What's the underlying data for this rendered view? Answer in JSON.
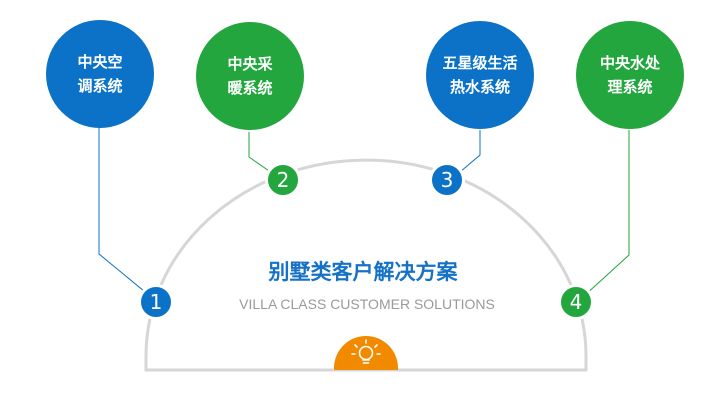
{
  "colors": {
    "blue": "#0b72c8",
    "green": "#22a63d",
    "orange": "#f28a00",
    "arc": "#d6d6d6"
  },
  "heading": {
    "title": "别墅类客户解决方案",
    "subtitle": "VILLA CLASS CUSTOMER SOLUTIONS"
  },
  "systems": [
    {
      "line1": "中央空",
      "line2": "调系统",
      "number": "1",
      "color": "blue"
    },
    {
      "line1": "中央采",
      "line2": "暖系统",
      "number": "2",
      "color": "green"
    },
    {
      "line1": "五星级生活",
      "line2": "热水系统",
      "number": "3",
      "color": "blue"
    },
    {
      "line1": "中央水处",
      "line2": "理系统",
      "number": "4",
      "color": "green"
    }
  ],
  "icon": "lightbulb-icon"
}
